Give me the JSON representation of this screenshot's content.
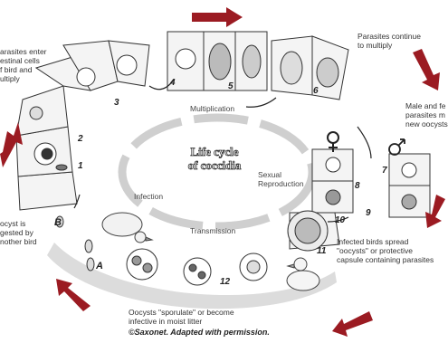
{
  "title_lines": [
    "Life cycle",
    "of coccidia"
  ],
  "stages": {
    "multiplication": "Multiplication",
    "sexual": "Sexual\nReproduction",
    "infection": "Infection",
    "transmission": "Transmission"
  },
  "notes": {
    "enter": "arasites enter\nestinal cells\nf bird and\nultiply",
    "continue": "Parasites continue\nto multiply",
    "male_female": "Male and fe\nparasites m\nnew oocysts",
    "ingested": "ocyst is\ngested by\nnother bird",
    "spread": "Infected birds spread\n\"oocysts\" or protective\ncapsule containing parasites",
    "sporulate": "Oocysts \"sporulate\" or become\ninfective in moist litter"
  },
  "numbers": [
    "1",
    "2",
    "3",
    "4",
    "5",
    "6",
    "7",
    "8",
    "9",
    "10",
    "11",
    "12"
  ],
  "letters": [
    "A",
    "B"
  ],
  "credit": "©Saxonet.  Adapted with permission.",
  "colors": {
    "arrow": "#9b1b22",
    "band": "#dcdcdc",
    "ring": "#cfcfcf"
  }
}
